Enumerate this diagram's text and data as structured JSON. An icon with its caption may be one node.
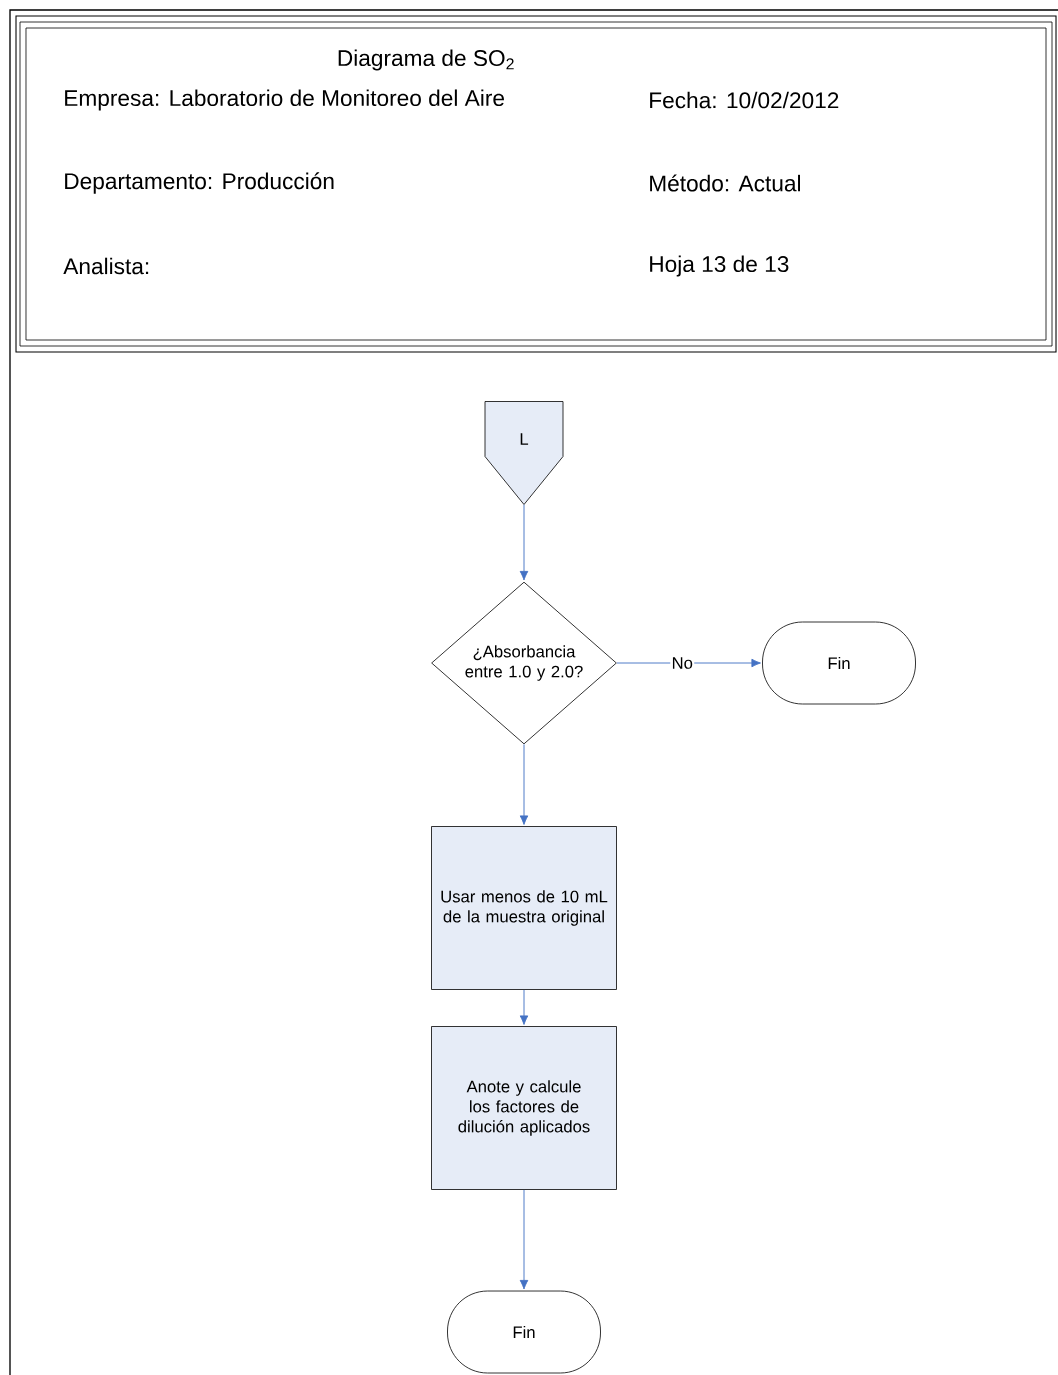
{
  "diagram": {
    "nodes": [
      {
        "text": [
          "Diagrama de SO$_{2}$",
          "Empresa: Laboratorio de Monitoreo del Aire",
          "Fecha: 10/02/2012",
          "Departamento: Producción",
          "Método: Actual",
          "Analista:",
          "Hoja 13 de 13"
        ]
      },
      {
        "text": [
          "L"
        ]
      },
      {
        "text": [
          "¿Absorbancia entre 1.0 y 2.0?"
        ]
      },
      {
        "text": [
          "Fin"
        ]
      },
      {
        "text": [
          "Usar menos de 10 mL de la muestra original"
        ]
      },
      {
        "text": [
          "Anote y calcule los factores de dilución aplicados"
        ]
      },
      {
        "text": [
          "Fin"
        ]
      }
    ],
    "edges": [
      {
        "from": 1,
        "to": 2,
        "arrow": "to"
      },
      {
        "from": 2,
        "to": 3,
        "arrow": "to",
        "label": "No"
      },
      {
        "from": 2,
        "to": 4,
        "arrow": "to"
      },
      {
        "from": 4,
        "to": 5,
        "arrow": "to"
      },
      {
        "from": 5,
        "to": 6,
        "arrow": "to"
      }
    ]
  }
}
